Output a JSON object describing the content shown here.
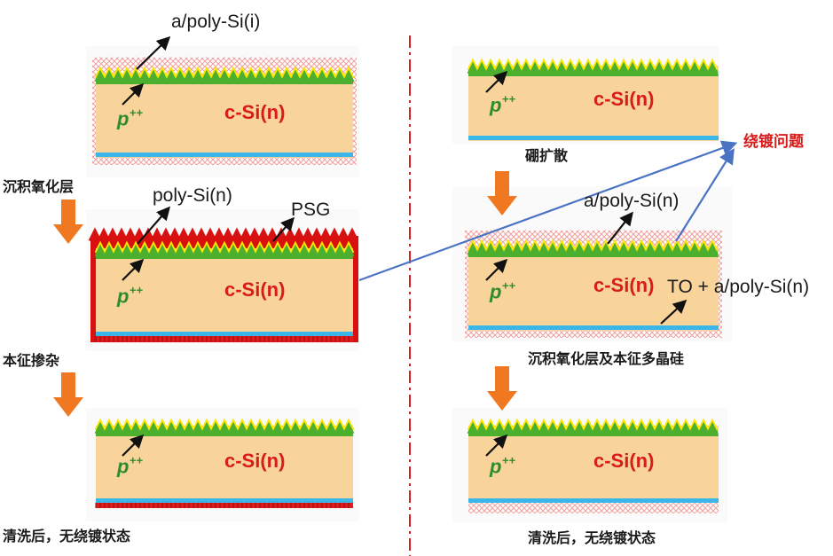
{
  "colors": {
    "bulk": "#f9d49a",
    "green": "#4caf2e",
    "yellow": "#ffe800",
    "red": "#e01b1b",
    "blue_layer": "#3ab7e8",
    "pink_hatch": "#f0a0a0",
    "divider": "#d42020",
    "blue_arrow": "#4a73c4",
    "orange_arrow": "#f07820",
    "psg_red": "#d81010",
    "text_dark": "#1a1a1a",
    "text_label_red": "#d81b1b",
    "p_green": "#2e8b2e"
  },
  "labels": {
    "bulk": "c-Si(n)",
    "p_main": "p",
    "p_sup": "++",
    "a_poly_i": "a/poly-Si(i)",
    "poly_n": "poly-Si(n)",
    "psg": "PSG",
    "a_poly_n": "a/poly-Si(n)",
    "to_a_poly_n": "TO + a/poly-Si(n)",
    "wrap_issue": "绕镀问题"
  },
  "steps": {
    "left_1": "沉积氧化层",
    "left_2": "本征掺杂",
    "left_3": "清洗后，无绕镀状态",
    "right_1": "硼扩散",
    "right_2": "沉积氧化层及本征多晶硅",
    "right_3": "清洗后，无绕镀状态"
  }
}
